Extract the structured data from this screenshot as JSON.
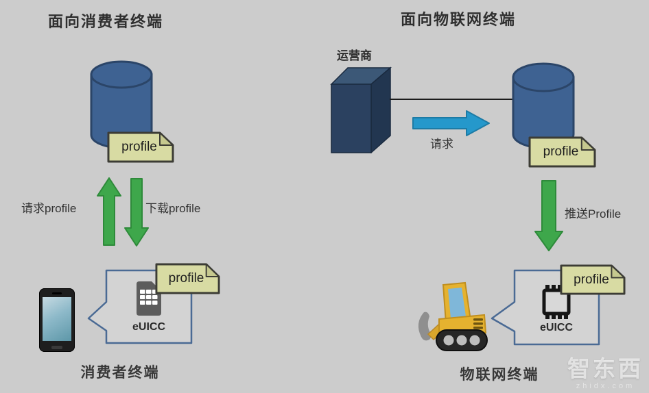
{
  "left": {
    "title": "面向消费者终端",
    "server_tag": "profile",
    "request_label": "请求profile",
    "download_label": "下载profile",
    "device_tag": "profile",
    "chip_label": "eUICC",
    "device_label": "消费者终端"
  },
  "right": {
    "title": "面向物联网终端",
    "operator_label": "运营商",
    "request_label": "请求",
    "server_tag": "profile",
    "push_label": "推送Profile",
    "device_tag": "profile",
    "chip_label": "eUICC",
    "device_label": "物联网终端"
  },
  "watermark": {
    "brand": "智东西",
    "domain": "zhidx.com"
  },
  "colors": {
    "background": "#cccccc",
    "database_blue": "#3e6292",
    "database_outline": "#2b4568",
    "operator_cube_front": "#2b4160",
    "operator_cube_top": "#3c5877",
    "operator_cube_side": "#223650",
    "green_arrow": "#3ea74b",
    "blue_arrow": "#2598cb",
    "note_fill": "#d8dba3",
    "note_border": "#3c3c35",
    "callout_fill": "#d3d3d3",
    "callout_border": "#4a6a94",
    "excavator_yellow": "#e5b22f",
    "text": "#333333"
  }
}
